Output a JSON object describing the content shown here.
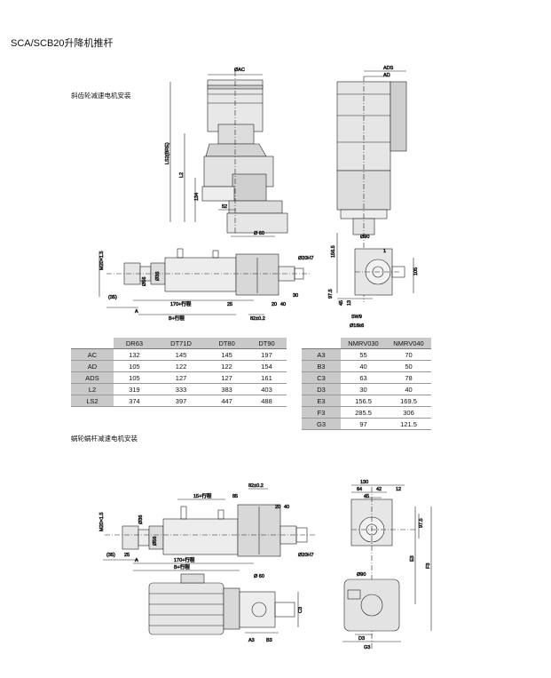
{
  "title": "SCA/SCB20升降机推杆",
  "section1": "斜齿轮减速电机安装",
  "section2": "蜗轮蜗杆减速电机安装",
  "dims_helical": {
    "oac": "ØAC",
    "ads": "ADS",
    "ad": "AD",
    "ls2": "LS2(BRE)",
    "l2": "L2",
    "d134": "134",
    "d52": "52",
    "o60": "Ø 60",
    "o90": "Ø90",
    "m20": "M20×1.5",
    "o56": "Ø56",
    "o36": "Ø36",
    "o20h7": "Ø20H7",
    "d35": "(35)",
    "d25": "25",
    "d30": "30",
    "d40": "40",
    "d20": "20",
    "a": "A",
    "b_stroke": "B+行程",
    "stroke170": "170+行程",
    "d82": "82±0.2",
    "d1565": "156.5",
    "d975": "97.5",
    "d45": "45",
    "d105": "105",
    "d13": "13",
    "sw": "SW9",
    "o16": "Ø16k6",
    "d1": "1"
  },
  "table1": {
    "columns": [
      "",
      "DR63",
      "DT71D",
      "DT80",
      "DT90"
    ],
    "rows": [
      [
        "AC",
        "132",
        "145",
        "145",
        "197"
      ],
      [
        "AD",
        "105",
        "122",
        "122",
        "154"
      ],
      [
        "ADS",
        "105",
        "127",
        "127",
        "161"
      ],
      [
        "L2",
        "319",
        "333",
        "383",
        "403"
      ],
      [
        "LS2",
        "374",
        "397",
        "447",
        "488"
      ]
    ]
  },
  "table2": {
    "columns": [
      "",
      "NMRV030",
      "NMRV040"
    ],
    "rows": [
      [
        "A3",
        "55",
        "70"
      ],
      [
        "B3",
        "40",
        "50"
      ],
      [
        "C3",
        "63",
        "78"
      ],
      [
        "D3",
        "30",
        "40"
      ],
      [
        "E3",
        "156.5",
        "169.5"
      ],
      [
        "F3",
        "285.5",
        "306"
      ],
      [
        "G3",
        "97",
        "121.5"
      ]
    ]
  },
  "dims_worm": {
    "d15": "15+行程",
    "d85": "85",
    "d82": "82±0.2",
    "d20": "20",
    "d40": "40",
    "d130": "130",
    "d64": "64",
    "d42": "42",
    "d12": "12",
    "d45": "45",
    "m20": "M20×1.5",
    "o36": "Ø36",
    "o56": "Ø56",
    "d35": "(35)",
    "d25": "25",
    "a": "A",
    "stroke170": "170+行程",
    "b_stroke": "B+行程",
    "o20h7": "Ø20H7",
    "o60": "Ø 60",
    "o90": "Ø90",
    "c3": "C3",
    "a3": "A3",
    "b3": "B3",
    "d3": "D3",
    "g3": "G3",
    "e3": "E3",
    "f3": "F3",
    "d975": "97.5"
  }
}
